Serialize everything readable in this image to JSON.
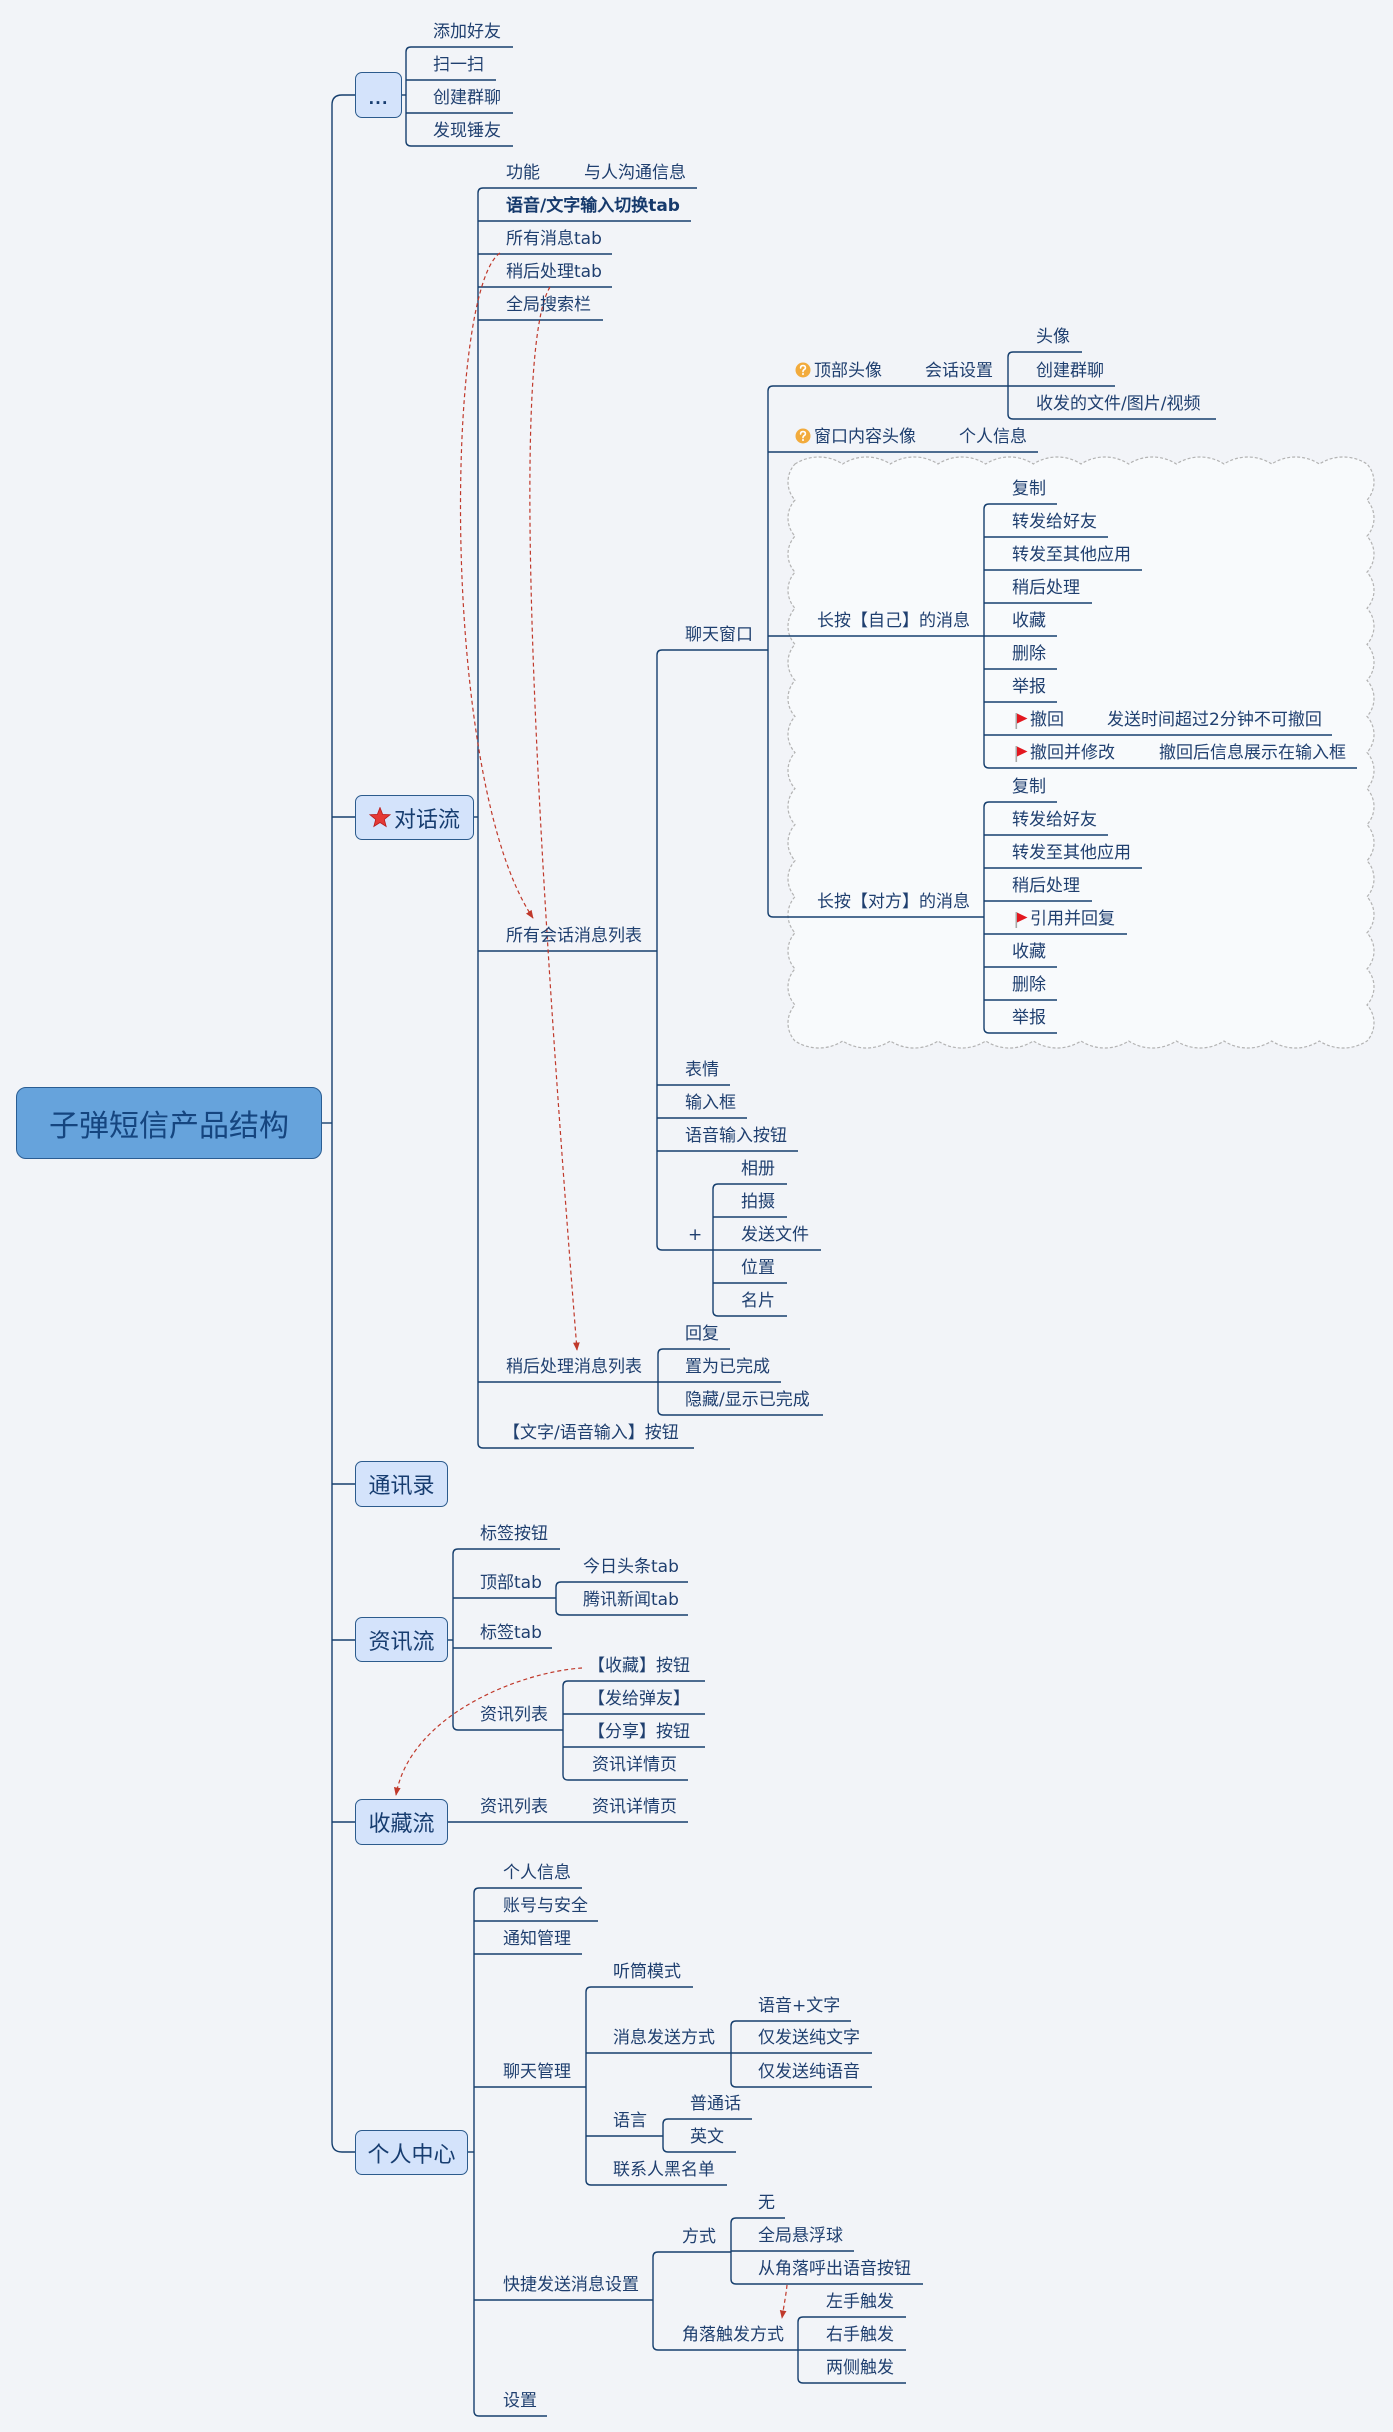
{
  "map_title": "子弹短信产品结构",
  "branches": {
    "more": {
      "label": "...",
      "children": [
        "添加好友",
        "扫一扫",
        "创建群聊",
        "发现锤友"
      ]
    },
    "dialog": {
      "label": "对话流",
      "marker": "star-icon",
      "function": {
        "label": "功能",
        "detail": "与人沟通信息"
      },
      "voice_text_tab": "语音/文字输入切换tab",
      "all_messages_tab": "所有消息tab",
      "later_tab": "稍后处理tab",
      "global_search": "全局搜索栏",
      "session_list": {
        "label": "所有会话消息列表",
        "chat_window": {
          "label": "聊天窗口",
          "top_avatar": {
            "label": "顶部头像",
            "marker": "question-icon",
            "session_settings": {
              "label": "会话设置",
              "children": [
                "头像",
                "创建群聊",
                "收发的文件/图片/视频"
              ]
            }
          },
          "content_avatar": {
            "label": "窗口内容头像",
            "marker": "question-icon",
            "detail": "个人信息"
          },
          "long_press_self": {
            "label": "长按【自己】的消息",
            "children": [
              {
                "label": "复制"
              },
              {
                "label": "转发给好友"
              },
              {
                "label": "转发至其他应用"
              },
              {
                "label": "稍后处理"
              },
              {
                "label": "收藏"
              },
              {
                "label": "删除"
              },
              {
                "label": "举报"
              },
              {
                "label": "撤回",
                "marker": "flag-icon",
                "detail": "发送时间超过2分钟不可撤回"
              },
              {
                "label": "撤回并修改",
                "marker": "flag-icon",
                "detail": "撤回后信息展示在输入框"
              }
            ]
          },
          "long_press_other": {
            "label": "长按【对方】的消息",
            "children": [
              {
                "label": "复制"
              },
              {
                "label": "转发给好友"
              },
              {
                "label": "转发至其他应用"
              },
              {
                "label": "稍后处理"
              },
              {
                "label": "引用并回复",
                "marker": "flag-icon"
              },
              {
                "label": "收藏"
              },
              {
                "label": "删除"
              },
              {
                "label": "举报"
              }
            ]
          }
        },
        "emoji": "表情",
        "input_box": "输入框",
        "voice_input_button": "语音输入按钮",
        "plus": {
          "label": "+",
          "children": [
            "相册",
            "拍摄",
            "发送文件",
            "位置",
            "名片"
          ]
        }
      },
      "later_list": {
        "label": "稍后处理消息列表",
        "children": [
          "回复",
          "置为已完成",
          "隐藏/显示已完成"
        ]
      },
      "text_voice_button": "【文字/语音输入】按钮"
    },
    "contacts": {
      "label": "通讯录"
    },
    "news": {
      "label": "资讯流",
      "tag_button": "标签按钮",
      "top_tab": {
        "label": "顶部tab",
        "children": [
          "今日头条tab",
          "腾讯新闻tab"
        ]
      },
      "tag_tab": "标签tab",
      "news_list": {
        "label": "资讯列表",
        "children": [
          "【收藏】按钮",
          "【发给弹友】",
          "【分享】按钮",
          "资讯详情页"
        ]
      }
    },
    "favorites": {
      "label": "收藏流",
      "news_list": {
        "label": "资讯列表",
        "detail": "资讯详情页"
      }
    },
    "profile": {
      "label": "个人中心",
      "personal_info": "个人信息",
      "account_security": "账号与安全",
      "notifications": "通知管理",
      "chat_management": {
        "label": "聊天管理",
        "earpiece_mode": "听筒模式",
        "send_mode": {
          "label": "消息发送方式",
          "children": [
            "语音+文字",
            "仅发送纯文字",
            "仅发送纯语音"
          ]
        },
        "language": {
          "label": "语言",
          "children": [
            "普通话",
            "英文"
          ]
        },
        "blacklist": "联系人黑名单"
      },
      "quick_send": {
        "label": "快捷发送消息设置",
        "mode": {
          "label": "方式",
          "children": [
            "无",
            "全局悬浮球",
            "从角落呼出语音按钮"
          ]
        },
        "corner_trigger": {
          "label": "角落触发方式",
          "children": [
            "左手触发",
            "右手触发",
            "两侧触发"
          ]
        }
      },
      "settings": "设置"
    }
  },
  "relationships": [
    {
      "from": "所有消息tab",
      "to": "所有会话消息列表",
      "style": "dashed-arrow"
    },
    {
      "from": "稍后处理tab",
      "to": "稍后处理消息列表",
      "style": "dashed-arrow"
    },
    {
      "from": "【收藏】按钮",
      "to": "收藏流",
      "style": "dashed-arrow"
    },
    {
      "from": "从角落呼出语音按钮",
      "to": "角落触发方式",
      "style": "dashed-arrow"
    }
  ],
  "boundaries": [
    {
      "encloses": [
        "长按【自己】的消息",
        "长按【对方】的消息"
      ],
      "style": "cloud-dashed"
    }
  ],
  "theme": {
    "background": "#f2f4f8",
    "root_fill": "#66a3dc",
    "branch_fill": "#d4e3fb",
    "line": "#163f6e",
    "text": "#1f3f6f",
    "relationship": "#c0392b",
    "boundary": "#b3b3b3",
    "star": "#e53935",
    "flag": "#e3171f",
    "question": "#f2ab3c"
  }
}
